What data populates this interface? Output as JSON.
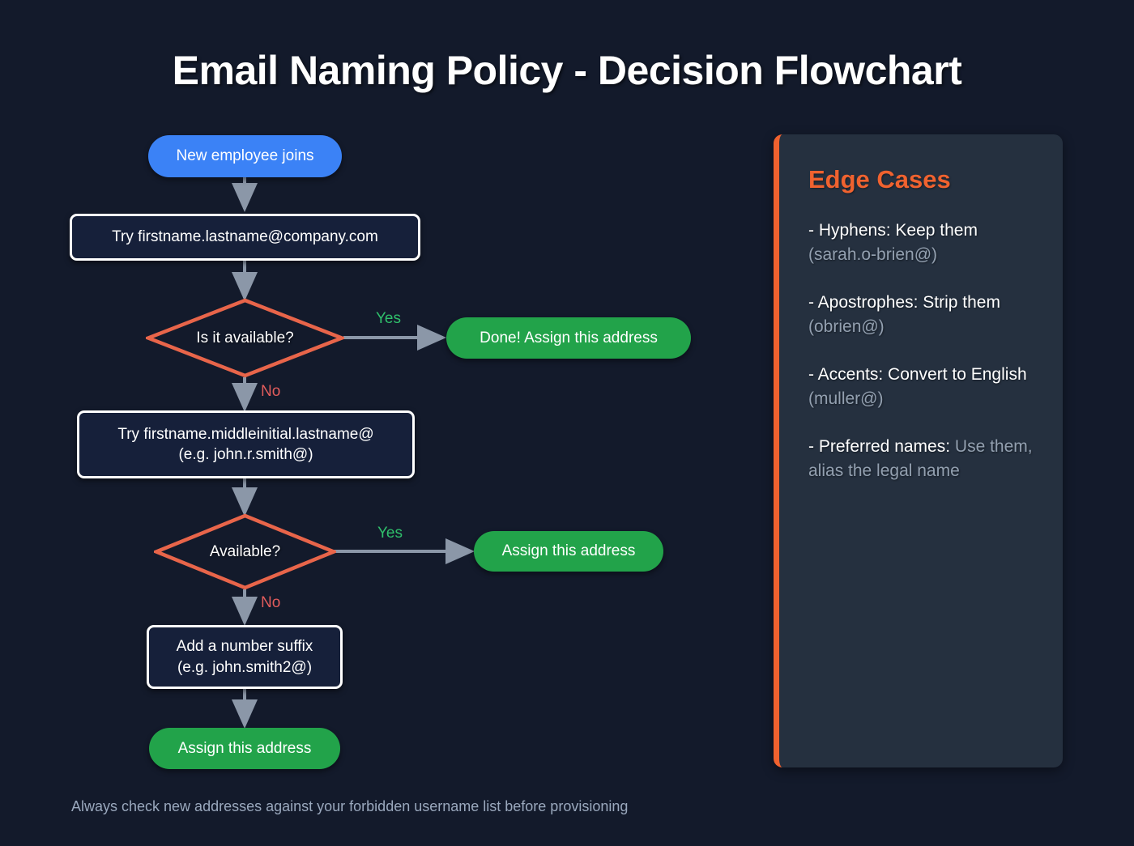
{
  "page": {
    "title": "Email Naming Policy - Decision Flowchart",
    "background_color": "#131a2b",
    "footer_note": "Always check new addresses against your forbidden username list before provisioning"
  },
  "colors": {
    "start_blue": "#3b82f6",
    "terminal_green": "#22a34a",
    "decision_border": "#e8654a",
    "process_border": "#ffffff",
    "accent_orange": "#f0622f",
    "connector_grey": "#8b97a8",
    "yes_green": "#2fbf6b",
    "no_red": "#e25c5c",
    "panel_background": "#25303f",
    "muted_text": "#93a0b0"
  },
  "flowchart": {
    "type": "flowchart",
    "nodes": [
      {
        "id": "start",
        "shape": "pill",
        "label": "New employee joins"
      },
      {
        "id": "try1",
        "shape": "rect",
        "label": "Try firstname.lastname@company.com"
      },
      {
        "id": "decide1",
        "shape": "diamond",
        "label": "Is it available?"
      },
      {
        "id": "done1",
        "shape": "pill",
        "label": "Done! Assign this address"
      },
      {
        "id": "try2",
        "shape": "rect",
        "label": "Try firstname.middleinitial.lastname@\n(e.g. john.r.smith@)"
      },
      {
        "id": "decide2",
        "shape": "diamond",
        "label": "Available?"
      },
      {
        "id": "done2",
        "shape": "pill",
        "label": "Assign this address"
      },
      {
        "id": "suffix",
        "shape": "rect",
        "label": "Add a number suffix\n(e.g. john.smith2@)"
      },
      {
        "id": "done3",
        "shape": "pill",
        "label": "Assign this address"
      }
    ],
    "edges": [
      {
        "from": "start",
        "to": "try1",
        "label": ""
      },
      {
        "from": "try1",
        "to": "decide1",
        "label": ""
      },
      {
        "from": "decide1",
        "to": "done1",
        "label": "Yes"
      },
      {
        "from": "decide1",
        "to": "try2",
        "label": "No"
      },
      {
        "from": "try2",
        "to": "decide2",
        "label": ""
      },
      {
        "from": "decide2",
        "to": "done2",
        "label": "Yes"
      },
      {
        "from": "decide2",
        "to": "suffix",
        "label": "No"
      },
      {
        "from": "suffix",
        "to": "done3",
        "label": ""
      }
    ],
    "edge_labels": {
      "yes1": "Yes",
      "no1": "No",
      "yes2": "Yes",
      "no2": "No"
    }
  },
  "panel": {
    "title": "Edge Cases",
    "items": [
      {
        "label": "- Hyphens: Keep them ",
        "detail": "(sarah.o-brien@)"
      },
      {
        "label": "- Apostrophes: Strip them ",
        "detail": "(obrien@)"
      },
      {
        "label": "- Accents: Convert to English ",
        "detail": "(muller@)"
      },
      {
        "label": "- Preferred names: ",
        "detail": "Use them, alias the legal name"
      }
    ]
  }
}
